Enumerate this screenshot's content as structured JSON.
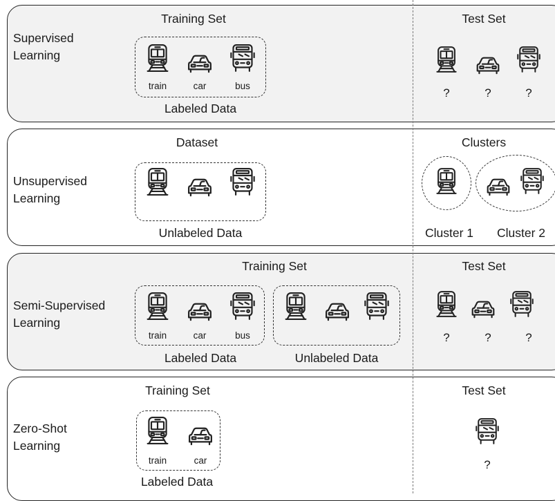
{
  "rows": [
    {
      "label": "Supervised\nLearning",
      "left_title": "Training Set",
      "box_caption": "Labeled Data",
      "item_labels": [
        "train",
        "car",
        "bus"
      ],
      "right_title": "Test Set",
      "test_marks": [
        "?",
        "?",
        "?"
      ]
    },
    {
      "label": "Unsupervised\nLearning",
      "left_title": "Dataset",
      "box_caption": "Unlabeled Data",
      "right_title": "Clusters",
      "cluster_labels": [
        "Cluster 1",
        "Cluster 2"
      ]
    },
    {
      "label": "Semi-Supervised\nLearning",
      "left_title": "Training Set",
      "box_caption": "Labeled Data",
      "box2_caption": "Unlabeled Data",
      "item_labels": [
        "train",
        "car",
        "bus"
      ],
      "right_title": "Test Set",
      "test_marks": [
        "?",
        "?",
        "?"
      ]
    },
    {
      "label": "Zero-Shot\nLearning",
      "left_title": "Training Set",
      "box_caption": "Labeled Data",
      "item_labels": [
        "train",
        "car"
      ],
      "right_title": "Test Set",
      "test_marks": [
        "?"
      ]
    }
  ],
  "icons": [
    "train-icon",
    "car-icon",
    "bus-icon"
  ]
}
